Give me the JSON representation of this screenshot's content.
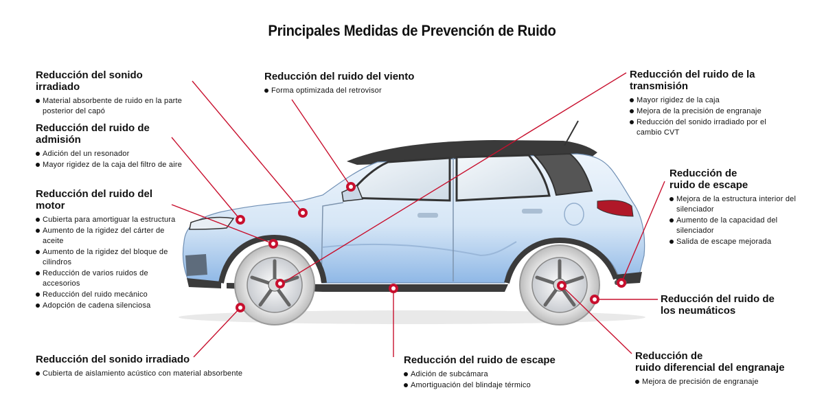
{
  "title": "Principales Medidas de Prevención de Ruido",
  "colors": {
    "leader": "#c8102e",
    "car_body": "#dbe9f7",
    "car_shade": "#9fc3ea",
    "car_trim": "#2b2b2b",
    "text": "#111111"
  },
  "blocks": {
    "sonido_irradiado_top": {
      "title": [
        "Reducción del sonido irradiado"
      ],
      "items": [
        "Material absorbente de ruido en la parte posterior del capó"
      ]
    },
    "admision": {
      "title": [
        "Reducción del ruido de admisión"
      ],
      "items": [
        "Adición del un resonador",
        "Mayor rigidez de la caja del filtro de aire"
      ]
    },
    "motor": {
      "title": [
        "Reducción del ruido del motor"
      ],
      "items": [
        "Cubierta para amortiguar la estructura",
        "Aumento de la rigidez del cárter de aceite",
        "Aumento de la rigidez del bloque de cilindros",
        "Reducción de varios ruidos de accesorios",
        "Reducción del ruido mecánico",
        "Adopción de cadena silenciosa"
      ]
    },
    "sonido_irradiado_bottom": {
      "title": [
        "Reducción del sonido irradiado"
      ],
      "items": [
        "Cubierta de aislamiento acústico con material absorbente"
      ]
    },
    "viento": {
      "title": [
        "Reducción del ruido del viento"
      ],
      "items": [
        "Forma optimizada del retrovisor"
      ]
    },
    "escape_bottom": {
      "title": [
        "Reducción del ruido de escape"
      ],
      "items": [
        "Adición de subcámara",
        "Amortiguación del blindaje térmico"
      ]
    },
    "transmision": {
      "title": [
        "Reducción del ruido de la",
        "transmisión"
      ],
      "items": [
        "Mayor rigidez de la caja",
        "Mejora de la precisión de engranaje",
        "Reducción del sonido irradiado por el cambio CVT"
      ]
    },
    "escape_right": {
      "title": [
        "Reducción de",
        "ruido de escape"
      ],
      "items": [
        "Mejora de la estructura interior del silenciador",
        "Aumento de la capacidad del silenciador",
        "Salida de escape mejorada"
      ]
    },
    "neumaticos": {
      "title": [
        "Reducción del ruido de",
        "los neumáticos"
      ],
      "items": []
    },
    "diferencial": {
      "title": [
        "Reducción de",
        "ruido diferencial del engranaje"
      ],
      "items": [
        "Mejora de precisión de engranaje"
      ]
    }
  }
}
